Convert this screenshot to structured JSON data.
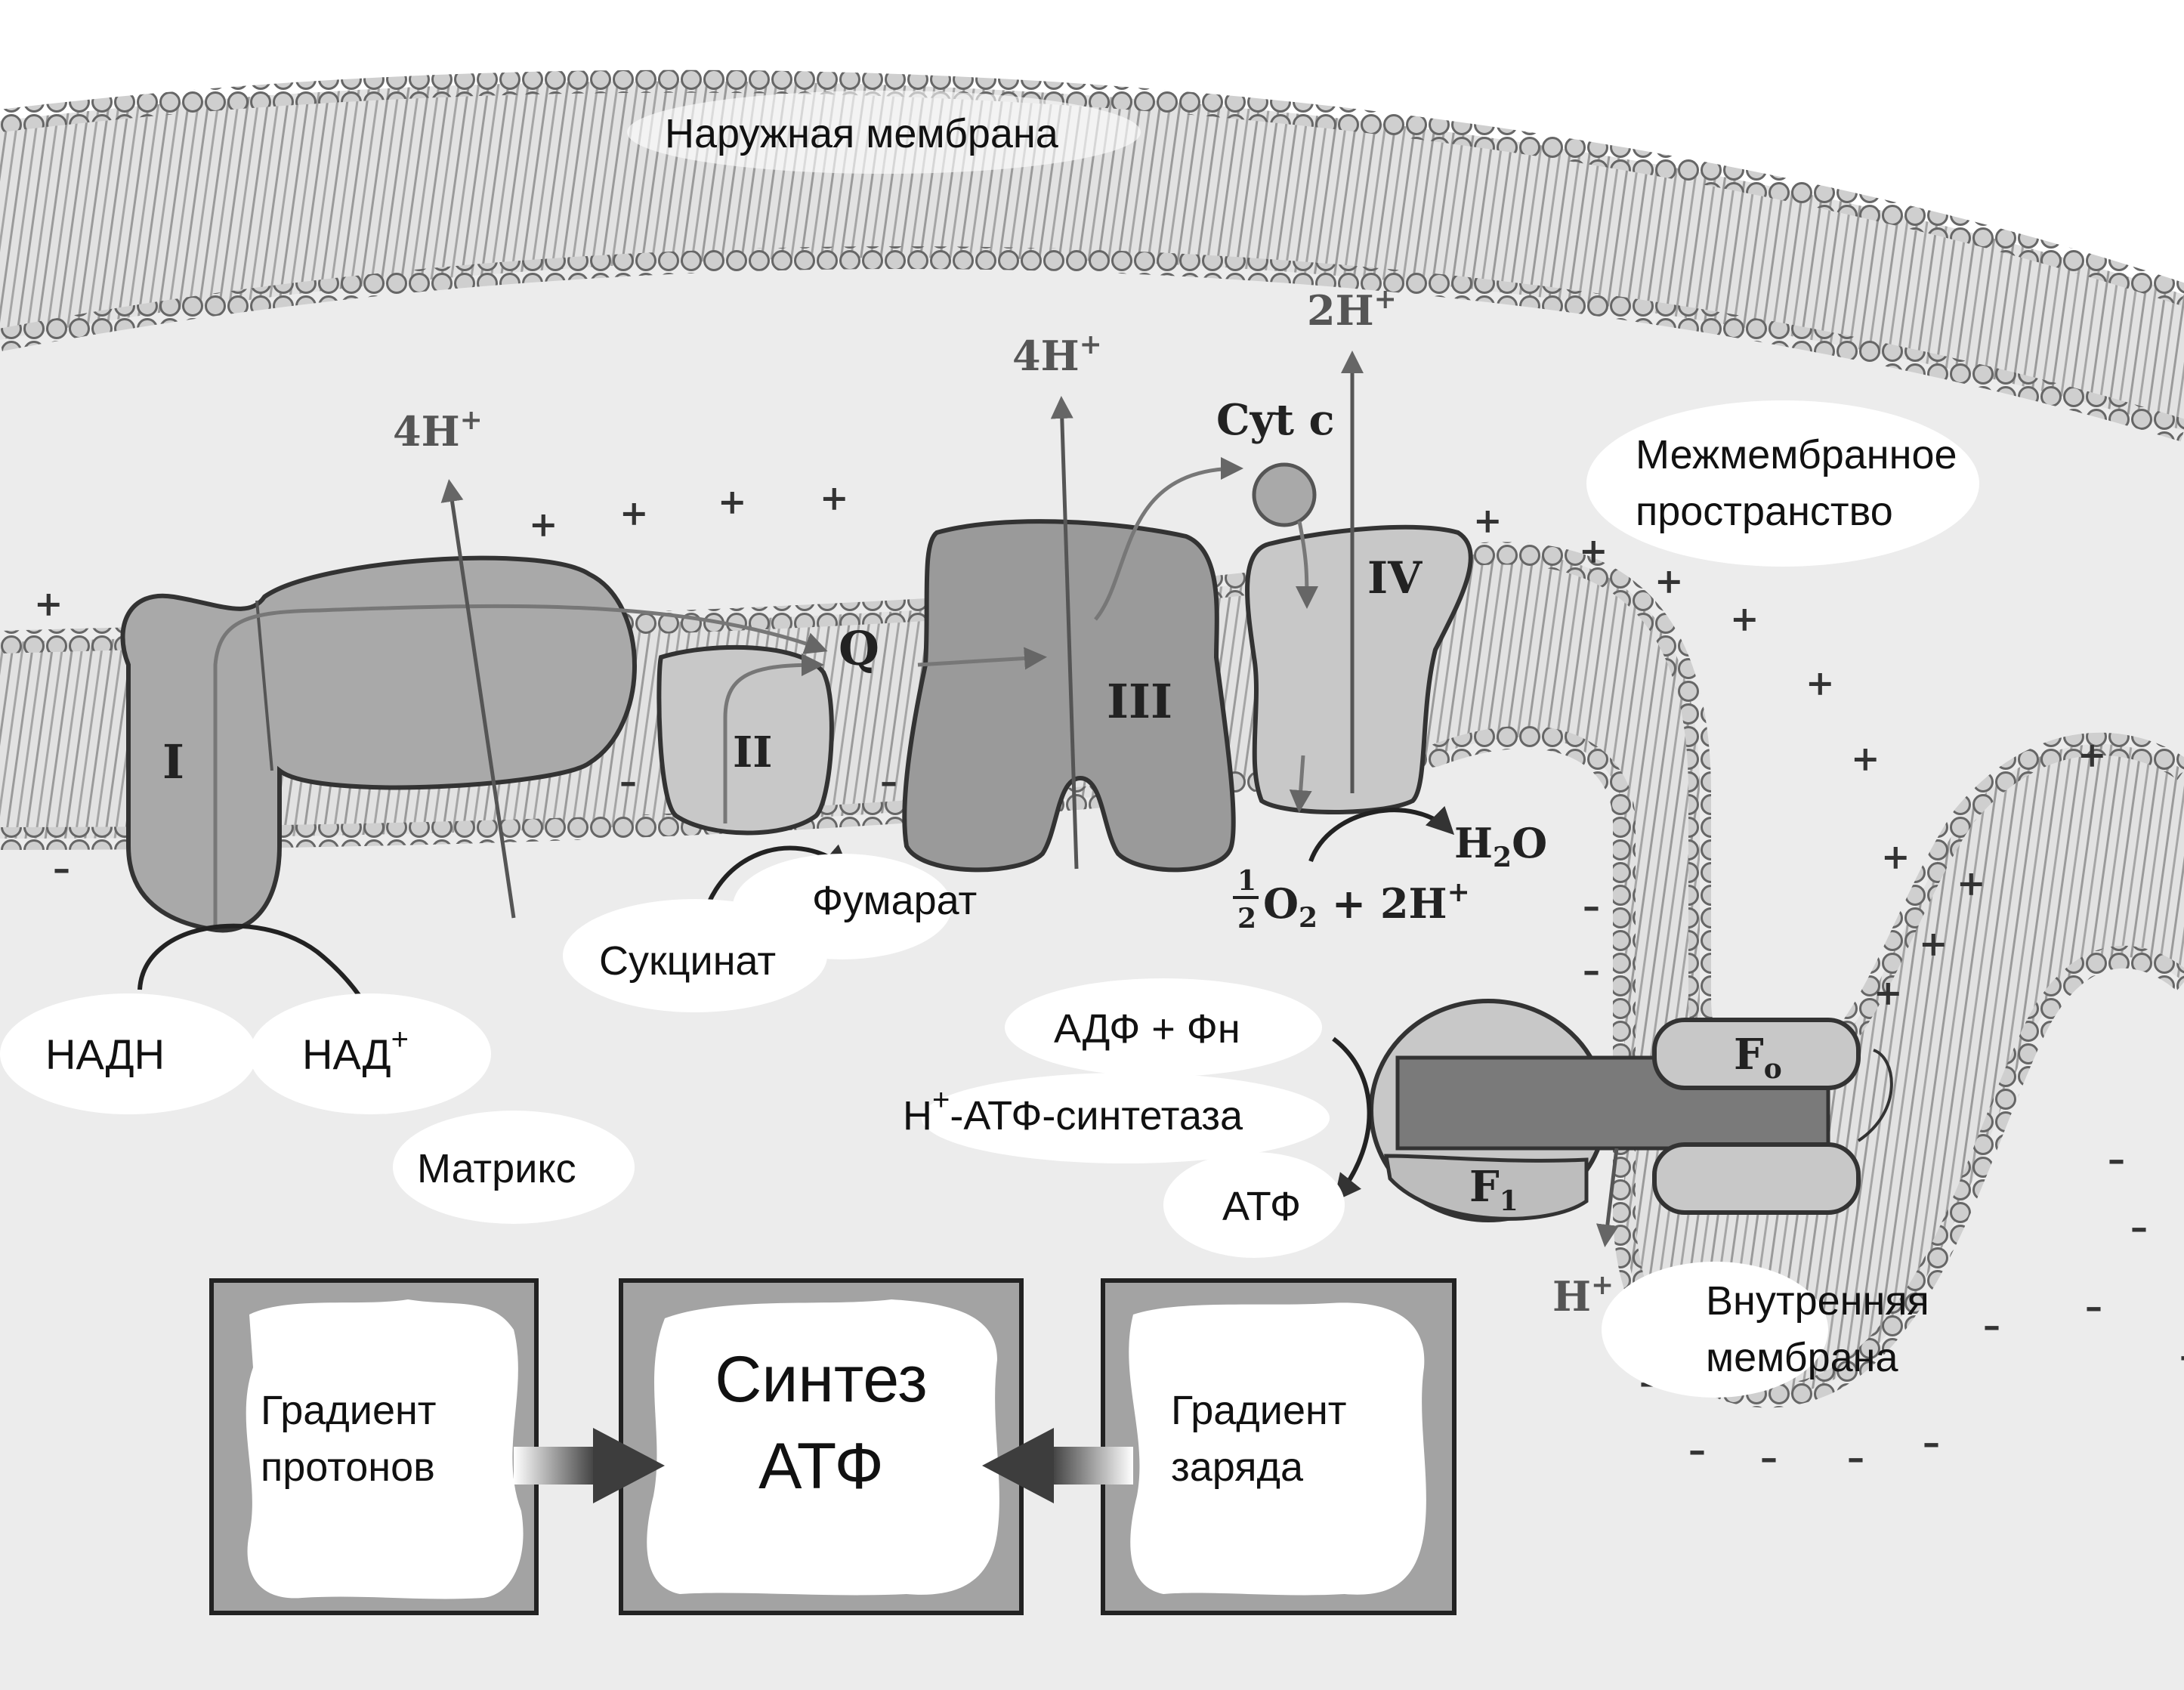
{
  "labels": {
    "outer_membrane": "Наружная мембрана",
    "intermembrane_line1": "Межмембранное",
    "intermembrane_line2": "пространство",
    "inner_membrane_line1": "Внутренняя",
    "inner_membrane_line2": "мембрана",
    "matrix": "Матрикс",
    "nadh": "НАДН",
    "nad": "НАД",
    "succinate": "Сукцинат",
    "fumarate": "Фумарат",
    "adp": "АДФ + Фн",
    "atp_synthase": "-АТФ-синтетаза",
    "atp_synthase_h": "H",
    "atp": "АТФ"
  },
  "complexes": {
    "c1": "I",
    "c2": "II",
    "c3": "III",
    "c4": "IV",
    "q": "Q",
    "cytc": "Cyt c",
    "f0": "F",
    "f0_sub": "o",
    "f1": "F",
    "f1_sub": "1"
  },
  "protons": {
    "p1": "4H",
    "p2": "4H",
    "p3": "2H",
    "h_out": "H",
    "sup": "+"
  },
  "water": {
    "h2o_h": "H",
    "h2o_sub": "2",
    "h2o_o": "O",
    "half_num": "1",
    "half_den": "2",
    "o2": "O",
    "o2_sub": "2",
    "plus_2h": " + 2H"
  },
  "boxes": {
    "left_line1": "Градиент",
    "left_line2": "протонов",
    "center_line1": "Синтез",
    "center_line2": "АТФ",
    "right_line1": "Градиент",
    "right_line2": "заряда"
  },
  "colors": {
    "membrane": "#d6d6d6",
    "complex_dark": "#a9a9a9",
    "complex_light": "#cfcfcf",
    "box_fill": "#a3a3a3"
  }
}
